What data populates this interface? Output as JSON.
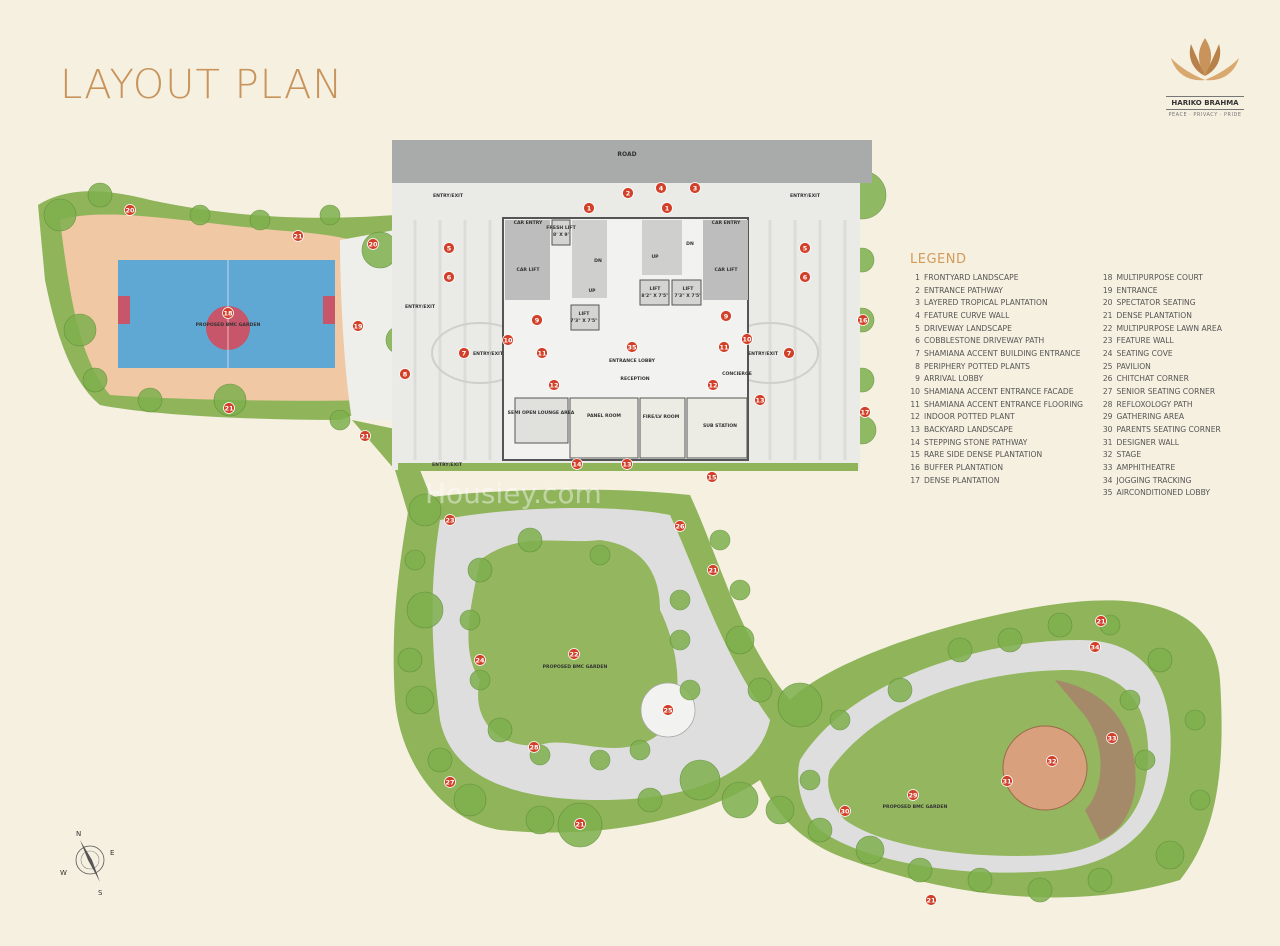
{
  "title": "LAYOUT PLAN",
  "logo": {
    "brand": "HARIKO BRAHMA",
    "tagline": "PEACE · PRIVACY · PRIDE"
  },
  "watermark": "Housiey.com",
  "plan_labels": {
    "road": "ROAD",
    "entry_exit": "ENTRY/EXIT",
    "car_entry": "CAR ENTRY",
    "car_lift": "CAR LIFT",
    "fresh_lift": "FRESH LIFT",
    "fresh_lift_size": "8' X 9'",
    "lift": "LIFT",
    "lift_size_1": "8'2\" X 7'5\"",
    "lift_size_2": "7'3\" X 7'5\"",
    "lift_size_3": "7'3\" X 7'5\"",
    "entrance_lobby": "ENTRANCE LOBBY",
    "reception": "RECEPTION",
    "concierge": "CONCIERGE",
    "semi_open_lounge": "SEMI OPEN LOUNGE AREA",
    "panel_room": "PANEL ROOM",
    "fire_lv_room": "FIRE/LV ROOM",
    "sub_station": "SUB STATION",
    "proposed_bmc_garden": "PROPOSED BMC GARDEN",
    "up": "UP",
    "dn": "DN"
  },
  "compass": {
    "n": "N",
    "e": "E",
    "s": "S",
    "w": "W"
  },
  "legend": {
    "heading": "LEGEND",
    "items": [
      {
        "n": "1",
        "label": "FRONTYARD LANDSCAPE"
      },
      {
        "n": "2",
        "label": "ENTRANCE PATHWAY"
      },
      {
        "n": "3",
        "label": "LAYERED TROPICAL PLANTATION"
      },
      {
        "n": "4",
        "label": "FEATURE CURVE WALL"
      },
      {
        "n": "5",
        "label": "DRIVEWAY LANDSCAPE"
      },
      {
        "n": "6",
        "label": "COBBLESTONE DRIVEWAY PATH"
      },
      {
        "n": "7",
        "label": "SHAMIANA ACCENT BUILDING ENTRANCE"
      },
      {
        "n": "8",
        "label": "PERIPHERY POTTED PLANTS"
      },
      {
        "n": "9",
        "label": "ARRIVAL LOBBY"
      },
      {
        "n": "10",
        "label": "SHAMIANA ACCENT ENTRANCE FACADE"
      },
      {
        "n": "11",
        "label": "SHAMIANA ACCENT ENTRANCE FLOORING"
      },
      {
        "n": "12",
        "label": "INDOOR POTTED PLANT"
      },
      {
        "n": "13",
        "label": "BACKYARD LANDSCAPE"
      },
      {
        "n": "14",
        "label": "STEPPING STONE PATHWAY"
      },
      {
        "n": "15",
        "label": "RARE SIDE DENSE PLANTATION"
      },
      {
        "n": "16",
        "label": "BUFFER PLANTATION"
      },
      {
        "n": "17",
        "label": "DENSE PLANTATION"
      },
      {
        "n": "18",
        "label": "MULTIPURPOSE COURT"
      },
      {
        "n": "19",
        "label": "ENTRANCE"
      },
      {
        "n": "20",
        "label": "SPECTATOR SEATING"
      },
      {
        "n": "21",
        "label": "DENSE PLANTATION"
      },
      {
        "n": "22",
        "label": "MULTIPURPOSE LAWN AREA"
      },
      {
        "n": "23",
        "label": "FEATURE WALL"
      },
      {
        "n": "24",
        "label": "SEATING COVE"
      },
      {
        "n": "25",
        "label": "PAVILION"
      },
      {
        "n": "26",
        "label": "CHITCHAT CORNER"
      },
      {
        "n": "27",
        "label": "SENIOR SEATING CORNER"
      },
      {
        "n": "28",
        "label": "REFLOXOLOGY PATH"
      },
      {
        "n": "29",
        "label": "GATHERING AREA"
      },
      {
        "n": "30",
        "label": "PARENTS SEATING CORNER"
      },
      {
        "n": "31",
        "label": "DESIGNER WALL"
      },
      {
        "n": "32",
        "label": "STAGE"
      },
      {
        "n": "33",
        "label": "AMPHITHEATRE"
      },
      {
        "n": "34",
        "label": "JOGGING TRACKING"
      },
      {
        "n": "35",
        "label": "AIRCONDITIONED LOBBY"
      }
    ]
  },
  "colors": {
    "title": "#c8945c",
    "marker": "#d2402a",
    "lawn": "#8fb45a",
    "court": "#5fa8d3",
    "sand": "#f0c9a4",
    "road": "#a9abab"
  }
}
